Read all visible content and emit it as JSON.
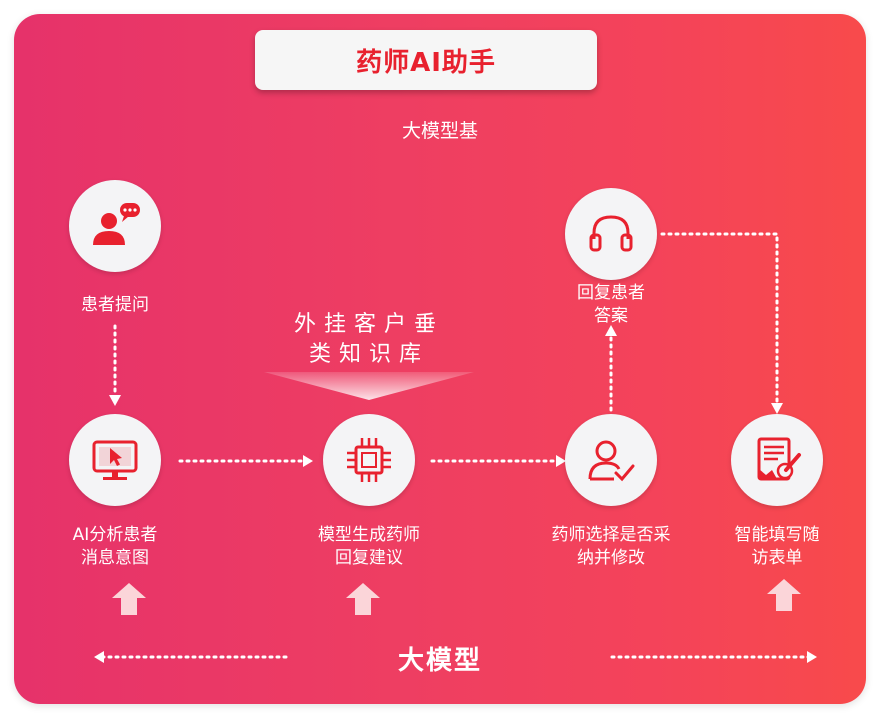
{
  "header": {
    "title": "药师AI助手",
    "subtitle": "大模型基"
  },
  "plugin": {
    "line1": "外挂客户垂",
    "line2": "类知识库"
  },
  "nodes": {
    "patient_question": "患者提问",
    "ai_analysis_1": "AI分析患者",
    "ai_analysis_2": "消息意图",
    "model_suggest_1": "模型生成药师",
    "model_suggest_2": "回复建议",
    "pharmacist_select_1": "药师选择是否采",
    "pharmacist_select_2": "纳并修改",
    "reply_patient_1": "回复患者",
    "reply_patient_2": "答案",
    "smart_form_1": "智能填写随",
    "smart_form_2": "访表单"
  },
  "footer": {
    "title": "大模型"
  },
  "icons": [
    "user-speech-icon",
    "monitor-cursor-icon",
    "chip-icon",
    "user-check-icon",
    "headset-icon",
    "form-edit-icon",
    "arrow-up-icon"
  ],
  "colors": {
    "accent": "#e8212e",
    "circle_bg": "#f4f4f6",
    "gradient_start": "#e6326a",
    "gradient_end": "#f84a4b"
  }
}
